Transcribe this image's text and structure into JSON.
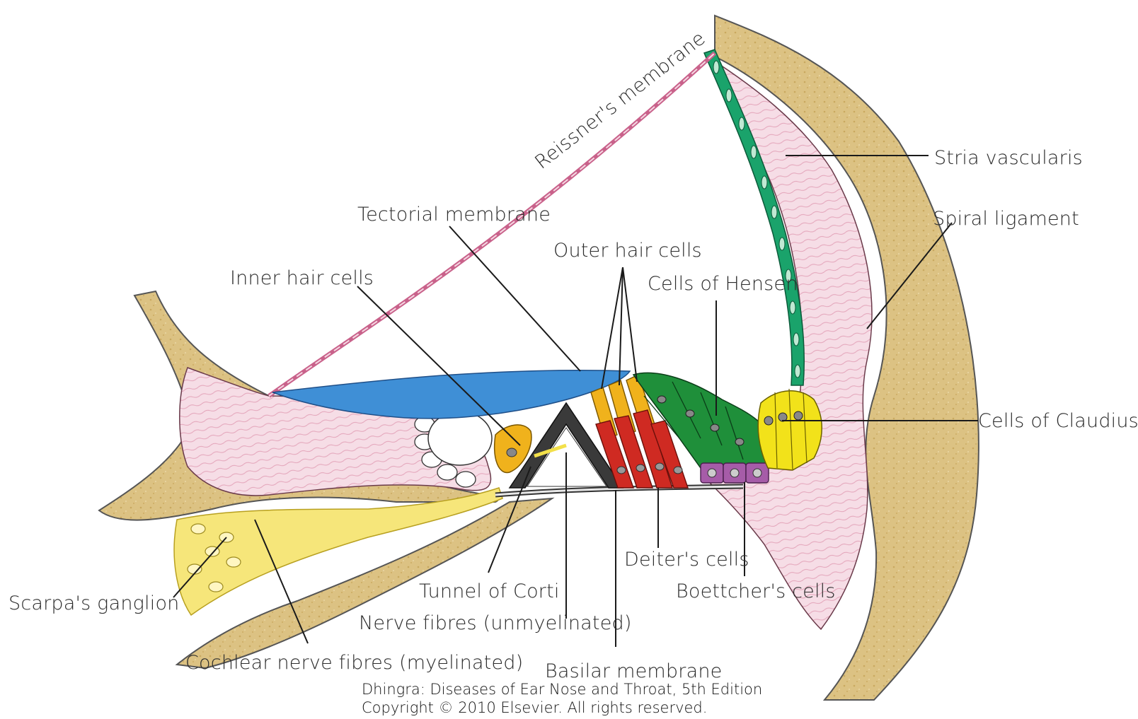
{
  "labels": {
    "reissners_membrane": "Reissner's membrane",
    "stria_vascularis": "Stria vascularis",
    "spiral_ligament": "Spiral ligament",
    "tectorial_membrane": "Tectorial membrane",
    "outer_hair_cells": "Outer hair cells",
    "inner_hair_cells": "Inner hair cells",
    "cells_of_hensen": "Cells of Hensen",
    "cells_of_claudius": "Cells of Claudius",
    "deiters_cells": "Deiter's cells",
    "boettchers_cells": "Boettcher's cells",
    "scarpas_ganglion": "Scarpa's ganglion",
    "tunnel_of_corti": "Tunnel of Corti",
    "nerve_fibres_unmyelinated": "Nerve fibres (unmyelinated)",
    "cochlear_nerve_fibres": "Cochlear nerve fibres (myelinated)",
    "basilar_membrane": "Basilar membrane"
  },
  "credit": {
    "line1": "Dhingra: Diseases of Ear Nose and Throat, 5th Edition",
    "line2": "Copyright © 2010 Elsevier. All rights reserved."
  },
  "colors": {
    "bone": "#d9bd7c",
    "ligament": "#f3d5df",
    "stria": "#1aa36b",
    "tectorial": "#3f8fd6",
    "outer_hair_cell": "#f0b21c",
    "deiters": "#cf2a22",
    "hensen": "#1f8f3a",
    "claudius": "#f2e21a",
    "boettcher": "#a65ca8",
    "nerve": "#f3e04a",
    "pillar": "#3a3a3a"
  }
}
